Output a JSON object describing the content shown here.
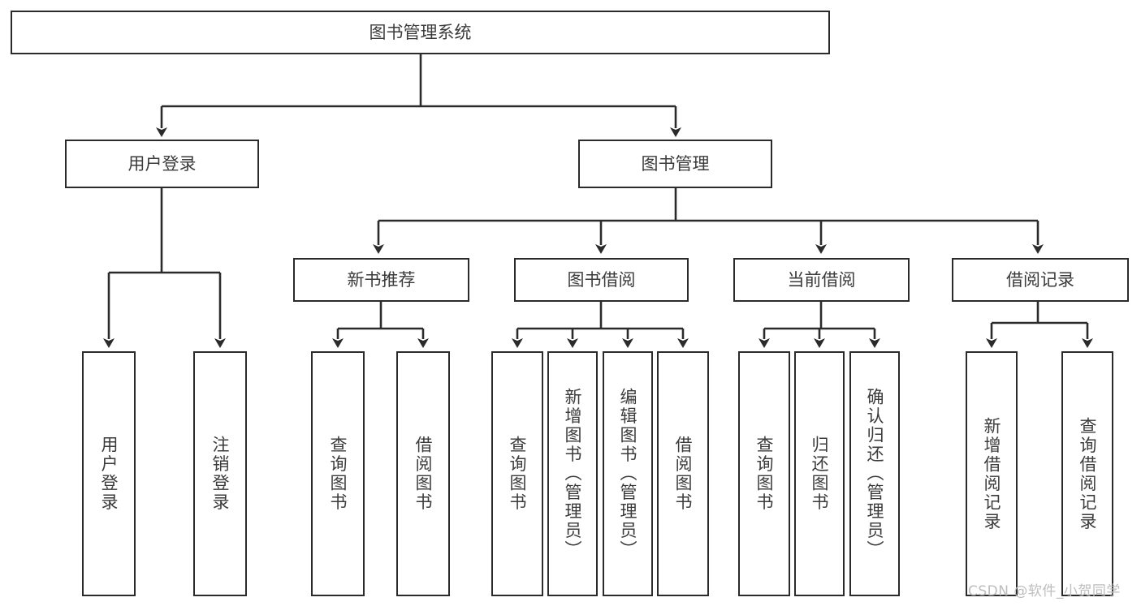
{
  "diagram": {
    "title": "图书管理系统",
    "type": "tree",
    "root": {
      "id": "root",
      "label": "图书管理系统"
    },
    "level2": [
      {
        "id": "user-login",
        "label": "用户登录"
      },
      {
        "id": "book-manage",
        "label": "图书管理"
      }
    ],
    "level3": [
      {
        "id": "new-book-recommend",
        "label": "新书推荐"
      },
      {
        "id": "book-borrow",
        "label": "图书借阅"
      },
      {
        "id": "current-borrow",
        "label": "当前借阅"
      },
      {
        "id": "borrow-record",
        "label": "借阅记录"
      }
    ],
    "leaves": [
      {
        "id": "leaf-user-login",
        "label": "用户登录",
        "parent": "user-login"
      },
      {
        "id": "leaf-logout-login",
        "label": "注销登录",
        "parent": "user-login"
      },
      {
        "id": "leaf-query-book-1",
        "label": "查询图书",
        "parent": "new-book-recommend"
      },
      {
        "id": "leaf-borrow-book-1",
        "label": "借阅图书",
        "parent": "new-book-recommend"
      },
      {
        "id": "leaf-query-book-2",
        "label": "查询图书",
        "parent": "book-borrow"
      },
      {
        "id": "leaf-add-book",
        "label": "新增图书（管理员）",
        "parent": "book-borrow"
      },
      {
        "id": "leaf-edit-book",
        "label": "编辑图书（管理员）",
        "parent": "book-borrow"
      },
      {
        "id": "leaf-borrow-book-2",
        "label": "借阅图书",
        "parent": "book-borrow"
      },
      {
        "id": "leaf-query-book-3",
        "label": "查询图书",
        "parent": "current-borrow"
      },
      {
        "id": "leaf-return-book",
        "label": "归还图书",
        "parent": "current-borrow"
      },
      {
        "id": "leaf-confirm-return",
        "label": "确认归还（管理员）",
        "parent": "current-borrow"
      },
      {
        "id": "leaf-add-record",
        "label": "新增借阅记录",
        "parent": "borrow-record"
      },
      {
        "id": "leaf-query-record",
        "label": "查询借阅记录",
        "parent": "borrow-record"
      }
    ],
    "colors": {
      "stroke": "#2b2b2b",
      "text": "#3b3b3b",
      "background": "#ffffff",
      "watermark": "#bdbdbd"
    }
  },
  "watermark": {
    "text": "CSDN @软件_小贺同学"
  }
}
